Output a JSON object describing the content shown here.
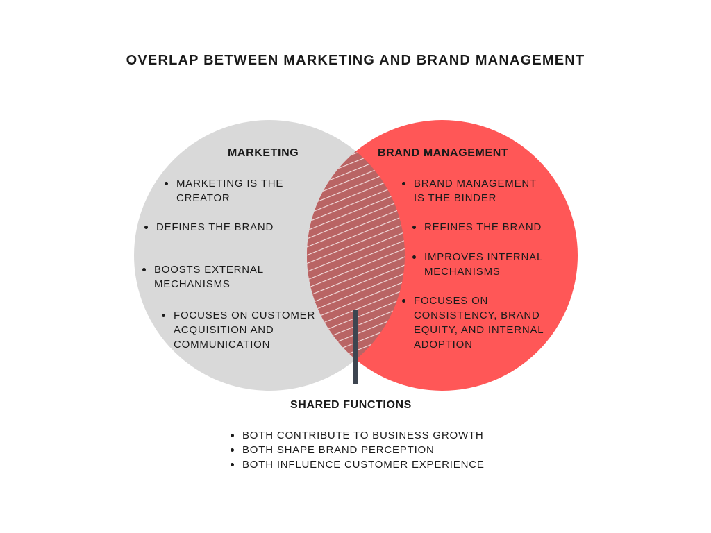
{
  "title": "OVERLAP BETWEEN MARKETING AND BRAND MANAGEMENT",
  "colors": {
    "marketing": "#d9d9d9",
    "brand": "#ff5757",
    "overlap": "#b96464",
    "connector": "#3d4550"
  },
  "marketing": {
    "heading": "MARKETING",
    "items": [
      "MARKETING IS THE",
      "CREATOR",
      "DEFINES THE BRAND",
      "BOOSTS EXTERNAL",
      "MECHANISMS",
      "FOCUSES ON CUSTOMER",
      "ACQUISITION AND",
      "COMMUNICATION"
    ]
  },
  "brand": {
    "heading": "BRAND MANAGEMENT",
    "items": [
      "BRAND MANAGEMENT",
      "IS THE BINDER",
      "REFINES THE BRAND",
      "IMPROVES INTERNAL",
      "MECHANISMS",
      "FOCUSES ON",
      "CONSISTENCY, BRAND",
      "EQUITY, AND INTERNAL",
      "ADOPTION"
    ]
  },
  "shared": {
    "heading": "SHARED FUNCTIONS",
    "items": [
      "BOTH CONTRIBUTE TO BUSINESS GROWTH",
      "BOTH SHAPE BRAND PERCEPTION",
      "BOTH INFLUENCE CUSTOMER EXPERIENCE"
    ]
  }
}
